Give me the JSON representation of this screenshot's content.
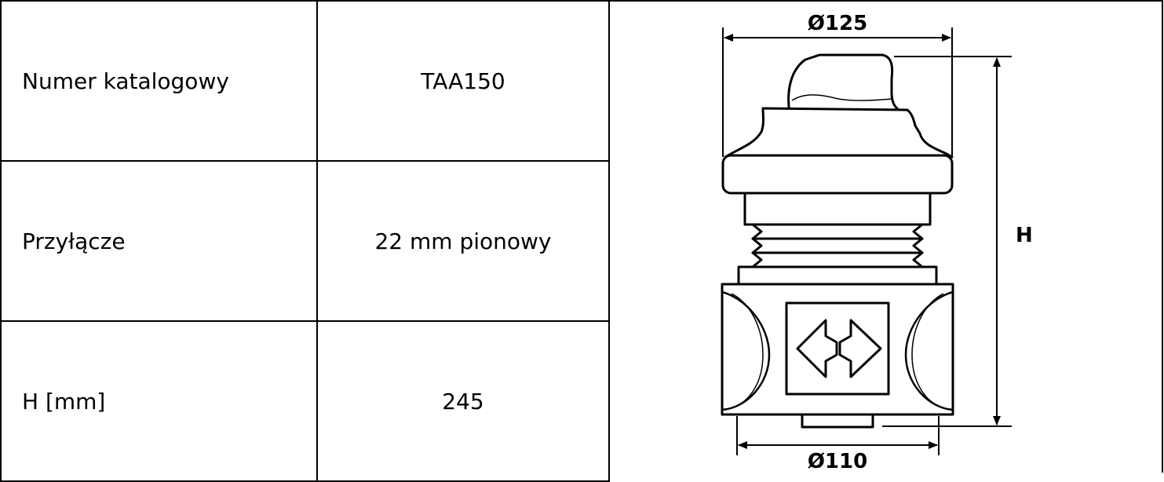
{
  "spec_table": {
    "rows": [
      {
        "label": "Numer katalogowy",
        "value": "TAA150"
      },
      {
        "label": "Przyłącze",
        "value": "22 mm pionowy"
      },
      {
        "label": "H [mm]",
        "value": "245"
      }
    ]
  },
  "drawing": {
    "top_diameter_label": "Ø125",
    "bottom_diameter_label": "Ø110",
    "height_label": "H",
    "icon": "bidirectional-arrows-icon"
  }
}
